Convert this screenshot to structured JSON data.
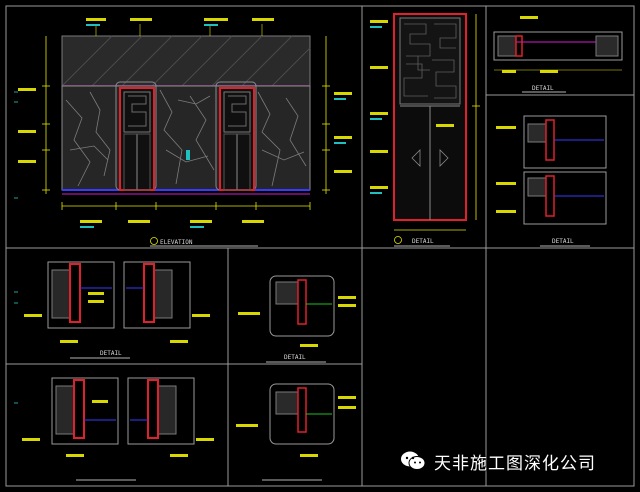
{
  "drawing": {
    "colors": {
      "background": "#000000",
      "frame": "#b3b3b3",
      "dimension": "#e6e600",
      "accent_red": "#e0202a",
      "accent_magenta": "#d020d0",
      "accent_blue": "#3a3aff",
      "accent_cyan": "#20c0c0",
      "accent_green": "#20c020",
      "marble": "#6e6e6e",
      "hatch": "#5a5a5a"
    },
    "titles": {
      "elevation": "ELEVATION",
      "detail_a": "DETAIL",
      "detail_b": "DETAIL",
      "detail_c": "DETAIL",
      "detail_d": "DETAIL",
      "detail_e": "DETAIL"
    },
    "icons": [
      "wechat-icon"
    ]
  },
  "watermark": {
    "text": "天非施工图深化公司"
  }
}
